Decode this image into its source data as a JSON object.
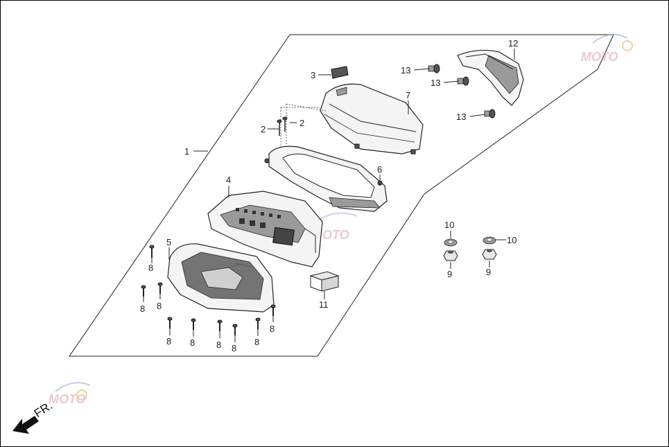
{
  "diagram": {
    "labels": {
      "p1": "1",
      "p2a": "2",
      "p2b": "2",
      "p3": "3",
      "p4": "4",
      "p5": "5",
      "p6": "6",
      "p7": "7",
      "p8a": "8",
      "p8b": "8",
      "p8c": "8",
      "p8d": "8",
      "p8e": "8",
      "p8f": "8",
      "p8g": "8",
      "p8h": "8",
      "p9a": "9",
      "p9b": "9",
      "p10a": "10",
      "p10b": "10",
      "p11": "11",
      "p12": "12",
      "p13a": "13",
      "p13b": "13",
      "p13c": "13"
    },
    "direction_label": "FR."
  }
}
